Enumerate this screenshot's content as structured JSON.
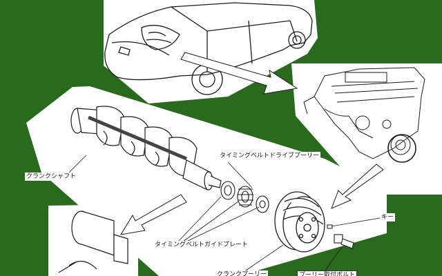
{
  "colors": {
    "background": "#2a6a1e",
    "panel": "#ffffff",
    "ink": "#1a1a1a"
  },
  "labels": {
    "crankshaft": "クランクシャフト",
    "drive_pulley": "タイミングベルトドライブプーリー",
    "guide_plate": "タイミングベルトガイドプレート",
    "key": "キー",
    "crank_pulley": "クランクプーリー",
    "pulley_bolt": "プーリー取付ボルト"
  }
}
